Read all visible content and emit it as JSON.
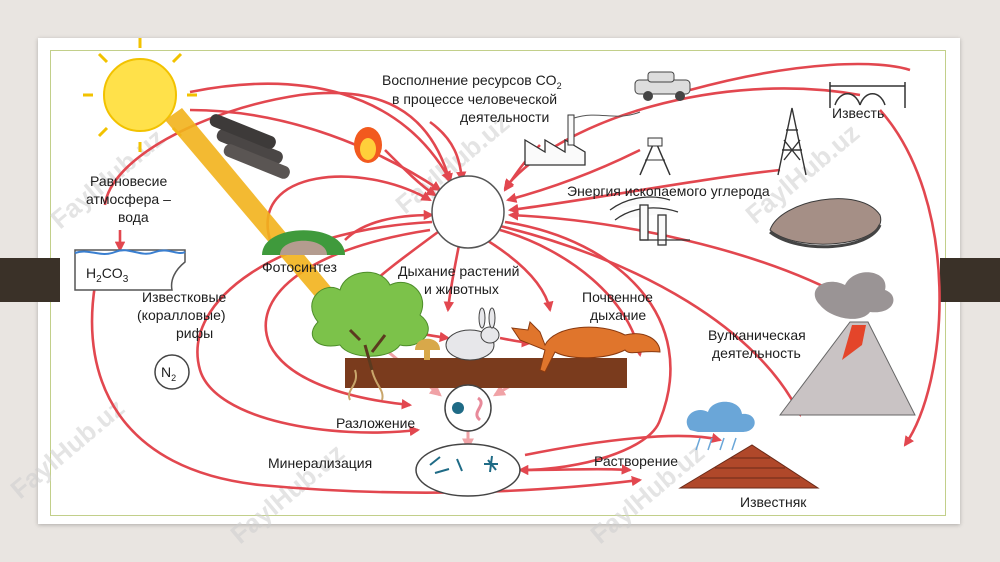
{
  "labels": {
    "co2_human_line1": "Восполнение ресурсов CO",
    "co2_human_sub": "2",
    "co2_human_line2": "в процессе человеческой",
    "co2_human_line3": "деятельности",
    "lime": "Известь",
    "fossil_energy": "Энергия ископаемого углерода",
    "equilibrium_line1": "Равновесие",
    "equilibrium_line2": "атмосфера –",
    "equilibrium_line3": "вода",
    "carbonic_h": "H",
    "carbonic_2": "2",
    "carbonic_co": "CO",
    "carbonic_3": "3",
    "photosynthesis": "Фотосинтез",
    "respiration_line1": "Дыхание растений",
    "respiration_line2": "и животных",
    "soil_line1": "Почвенное",
    "soil_line2": "дыхание",
    "reefs_line1": "Известковые",
    "reefs_line2": "(коралловые)",
    "reefs_line3": "рифы",
    "nitrogen_n": "N",
    "nitrogen_2": "2",
    "volcanic_line1": "Вулканическая",
    "volcanic_line2": "деятельность",
    "decomposition": "Разложение",
    "mineralization": "Минерализация",
    "dissolution": "Растворение",
    "limestone": "Известняк"
  },
  "watermark": "FaylHub.uz",
  "colors": {
    "arrow": "#e2474f",
    "arrow_pale": "#f0a2a6",
    "sun": "#ffe14a",
    "tree": "#7cc24a",
    "soil": "#7a3b1d",
    "fox": "#e0752c",
    "limestone": "#b0482a",
    "volcano": "#c9c3c4",
    "tab": "#3a3128"
  }
}
